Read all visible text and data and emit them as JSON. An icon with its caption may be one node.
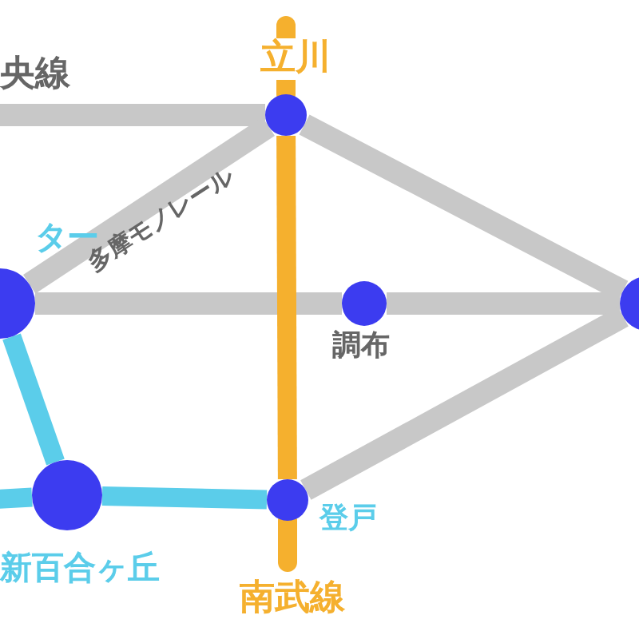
{
  "diagram": {
    "nodes": [
      {
        "text": [
          "立川"
        ]
      },
      {
        "text": [
          "ター"
        ]
      },
      {
        "text": [
          "調布"
        ]
      },
      {
        "text": [],
        "shape": "circle"
      },
      {
        "text": [
          "新百合ヶ丘"
        ]
      },
      {
        "text": [
          "登戸"
        ]
      }
    ],
    "edges": [
      {
        "from": null,
        "to": 0,
        "arrow": "none"
      },
      {
        "from": 0,
        "to": 3,
        "arrow": "none"
      },
      {
        "from": 1,
        "to": 0,
        "arrow": "none",
        "label": "多摩モノレール"
      },
      {
        "from": 1,
        "to": 2,
        "arrow": "none"
      },
      {
        "from": 2,
        "to": 3,
        "arrow": "none"
      },
      {
        "from": 5,
        "to": 3,
        "arrow": "none"
      },
      {
        "from": 1,
        "to": 4,
        "arrow": "none",
        "color": "#5bcdea"
      },
      {
        "from": null,
        "to": 4,
        "arrow": "none",
        "color": "#5bcdea"
      },
      {
        "from": 4,
        "to": 5,
        "arrow": "none",
        "color": "#5bcdea"
      },
      {
        "from": null,
        "to": 0,
        "arrow": "none",
        "color": "#f5b02e"
      },
      {
        "from": 0,
        "to": 5,
        "arrow": "none",
        "color": "#f5b02e"
      },
      {
        "from": 5,
        "to": null,
        "arrow": "none",
        "color": "#f5b02e"
      }
    ],
    "labels": [
      "央線",
      "南武線"
    ]
  }
}
